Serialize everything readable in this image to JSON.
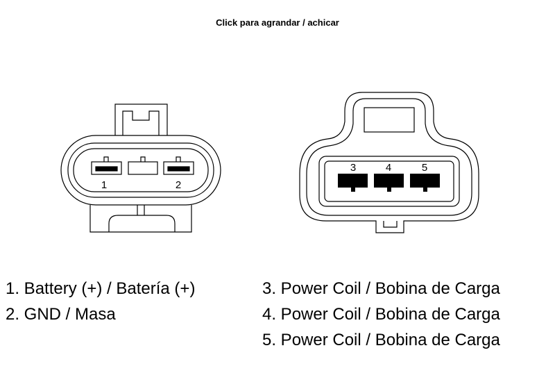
{
  "header": {
    "zoom_hint": "Click para agrandar / achicar"
  },
  "connectors": {
    "left": {
      "pins": [
        {
          "label": "1",
          "filled": true
        },
        {
          "label": "",
          "filled": false
        },
        {
          "label": "2",
          "filled": true
        }
      ]
    },
    "right": {
      "pins": [
        {
          "label": "3"
        },
        {
          "label": "4"
        },
        {
          "label": "5"
        }
      ]
    }
  },
  "legend": {
    "left": [
      "1. Battery (+) / Batería (+)",
      "2. GND / Masa"
    ],
    "right": [
      "3. Power Coil / Bobina de Carga",
      "4. Power Coil / Bobina de Carga",
      "5. Power Coil / Bobina de Carga"
    ]
  },
  "colors": {
    "line": "#000000",
    "background": "#ffffff"
  }
}
